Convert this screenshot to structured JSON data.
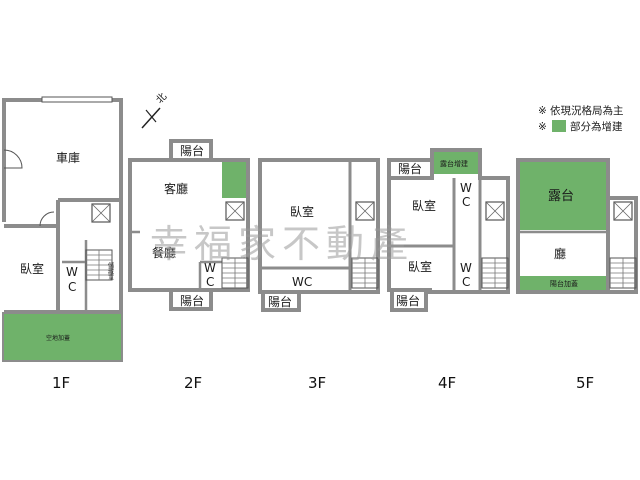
{
  "legend": {
    "note_mark": "※",
    "note1": "依現況格局為主",
    "note2": "部分為增建",
    "green": "#6fb26a"
  },
  "north": "北",
  "watermark": "幸福家不動產",
  "floors": {
    "f1": {
      "label": "1F",
      "garage": "車庫",
      "bedroom": "臥室",
      "wc": [
        "W",
        "C"
      ],
      "storage": "儲藏室",
      "yard": "空地加蓋"
    },
    "f2": {
      "label": "2F",
      "balcony_top": "陽台",
      "living": "客廳",
      "dining": "餐廳",
      "wc": [
        "W",
        "C"
      ],
      "balcony_bottom": "陽台"
    },
    "f3": {
      "label": "3F",
      "bedroom": "臥室",
      "wc": "WC",
      "balcony": "陽台"
    },
    "f4": {
      "label": "4F",
      "balcony_top": "陽台",
      "terrace_ext": "露台增建",
      "bedroom_top": "臥室",
      "wc_top": [
        "W",
        "C"
      ],
      "bedroom_bottom": "臥室",
      "wc_bottom": [
        "W",
        "C"
      ],
      "balcony_bottom": "陽台"
    },
    "f5": {
      "label": "5F",
      "terrace": "露台",
      "hall": "廳",
      "balcony_ext": "陽台加蓋"
    }
  }
}
